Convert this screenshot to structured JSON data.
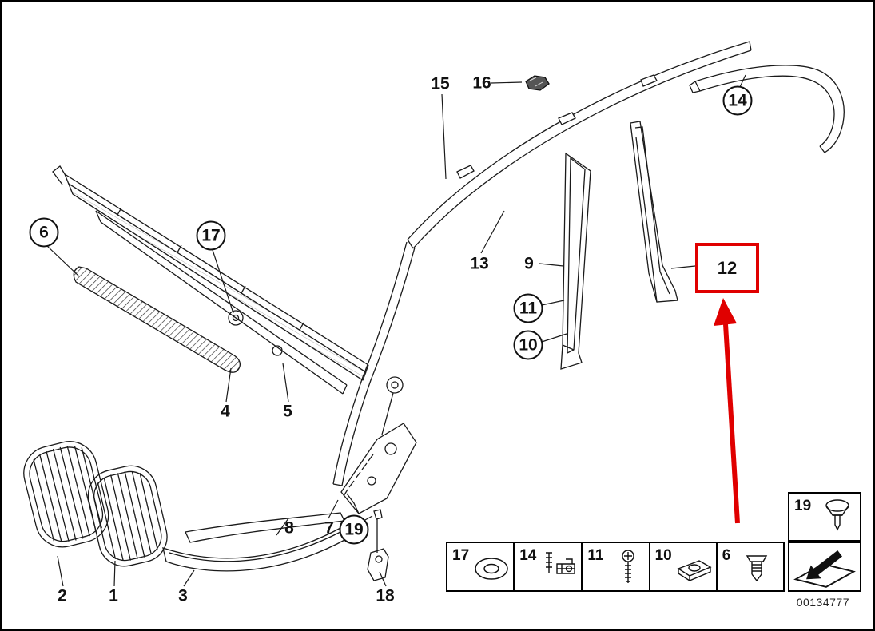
{
  "diagram": {
    "part_number": "00134777",
    "highlight": {
      "label": "12",
      "color": "#e00000"
    },
    "callouts": [
      {
        "label": "6",
        "circled": true
      },
      {
        "label": "17",
        "circled": true
      },
      {
        "label": "15",
        "circled": false
      },
      {
        "label": "16",
        "circled": false
      },
      {
        "label": "14",
        "circled": true
      },
      {
        "label": "13",
        "circled": false
      },
      {
        "label": "9",
        "circled": false
      },
      {
        "label": "11",
        "circled": true
      },
      {
        "label": "10",
        "circled": true
      },
      {
        "label": "4",
        "circled": false
      },
      {
        "label": "5",
        "circled": false
      },
      {
        "label": "8",
        "circled": false
      },
      {
        "label": "7",
        "circled": false
      },
      {
        "label": "19",
        "circled": true
      },
      {
        "label": "18",
        "circled": false
      },
      {
        "label": "2",
        "circled": false
      },
      {
        "label": "1",
        "circled": false
      },
      {
        "label": "3",
        "circled": false
      }
    ],
    "legend": {
      "cells": [
        {
          "label": "17",
          "icon": "grommet-icon"
        },
        {
          "label": "14",
          "icon": "screw-clip-icon"
        },
        {
          "label": "11",
          "icon": "screw-icon"
        },
        {
          "label": "10",
          "icon": "clip-nut-icon"
        },
        {
          "label": "6",
          "icon": "expanding-rivet-icon"
        }
      ],
      "pin_box": {
        "label": "19",
        "icon": "push-pin-icon"
      }
    }
  }
}
